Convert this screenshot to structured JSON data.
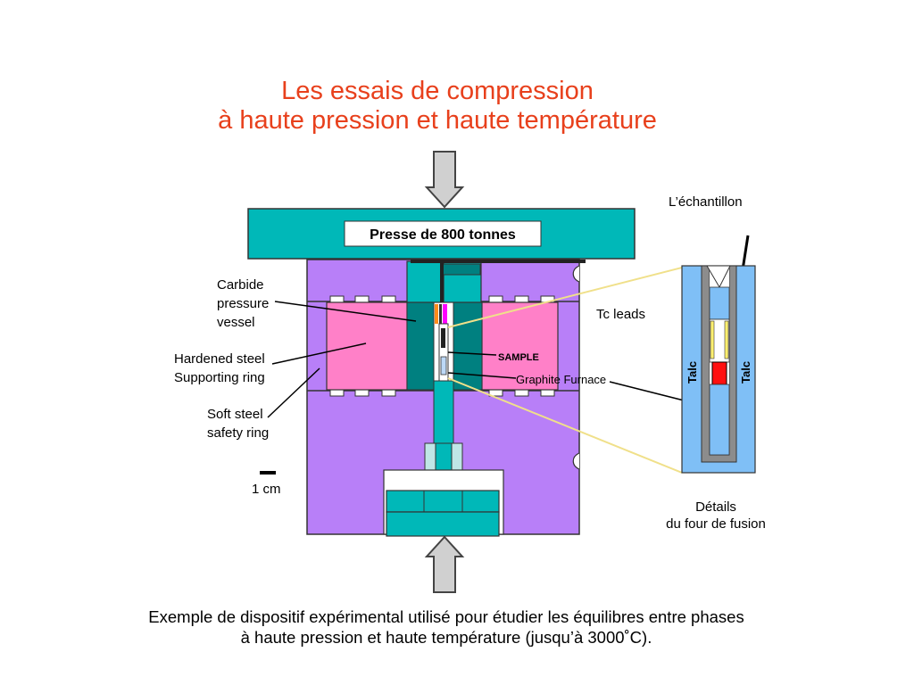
{
  "title": {
    "line1": "Les essais de compression",
    "line2": "à haute pression et haute température"
  },
  "press_label": "Presse de 800 tonnes",
  "labels": {
    "carbide": [
      "Carbide",
      "pressure",
      "vessel"
    ],
    "hardened": [
      "Hardened steel",
      "Supporting ring"
    ],
    "soft": [
      "Soft steel",
      "safety ring"
    ],
    "scale": "1 cm",
    "tc_leads": "Tc leads",
    "sample": "SAMPLE",
    "graphite_furnace": "Graphite Furnace",
    "echantillon": "L’échantillon",
    "talc_left": "Talc",
    "talc_right": "Talc",
    "details": [
      "Détails",
      "du four de fusion"
    ]
  },
  "caption": {
    "line1": "Exemple de dispositif expérimental utilisé pour étudier les équilibres entre phases",
    "line2": "à haute pression et haute température (jusqu’à 3000˚C)."
  },
  "colors": {
    "title": "#e8401c",
    "press": "#00b8b8",
    "purple": "#b87ff8",
    "pink": "#ff80c8",
    "dark_teal": "#008080",
    "light_blue": "#7fbff6",
    "grey": "#8c8c8c",
    "sample_red": "#ff1010",
    "yellow": "#fff070"
  }
}
